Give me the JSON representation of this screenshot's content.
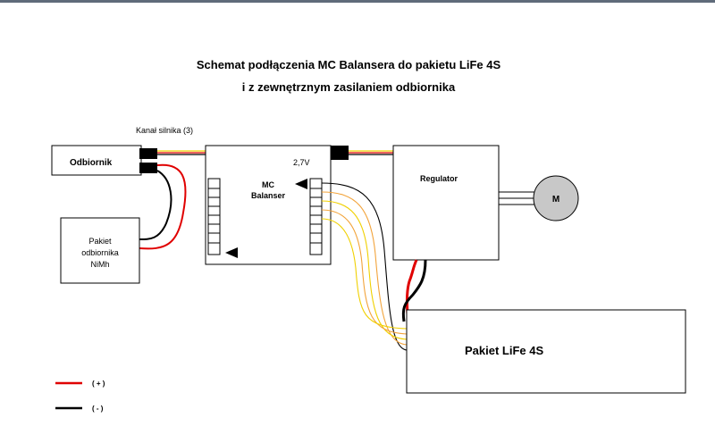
{
  "title": {
    "line1": "Schemat podłączenia MC Balansera do pakietu LiFe 4S",
    "line2": "i z zewnętrznym zasilaniem odbiornika"
  },
  "labels": {
    "receiver": "Odbiornik",
    "motor_channel": "Kanał silnika (3)",
    "balancer_line1": "MC",
    "balancer_line2": "Balanser",
    "voltage": "2,7V",
    "regulator": "Regulator",
    "motor": "M",
    "battery_rx_line1": "Pakiet",
    "battery_rx_line2": "odbiornika",
    "battery_rx_line3": "NiMh",
    "battery_main": "Pakiet LiFe 4S"
  },
  "legend": {
    "plus": "( + )",
    "minus": "( - )"
  },
  "colors": {
    "plus_wire": "#e00000",
    "minus_wire": "#000000",
    "signal_orange": "#f2a33a",
    "signal_yellow": "#f0d000",
    "topbar": "#5f6b7a"
  }
}
